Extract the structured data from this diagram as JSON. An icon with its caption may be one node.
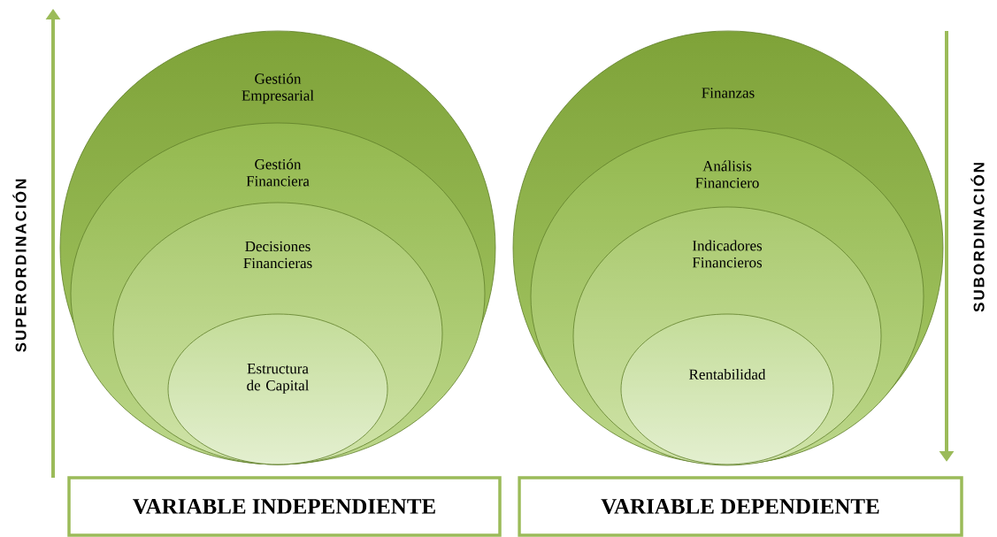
{
  "diagram": {
    "nodes": [
      {
        "text": [
          "Gestión Empresarial"
        ]
      },
      {
        "text": [
          "Gestión Financiera"
        ],
        "in": 0
      },
      {
        "text": [
          "Decisiones Financieras"
        ],
        "in": 1
      },
      {
        "text": [
          "Estructura de Capital"
        ],
        "in": 2
      },
      {
        "text": [
          "Finanzas"
        ]
      },
      {
        "text": [
          "Análisis Financiero"
        ],
        "in": 4
      },
      {
        "text": [
          "Indicadores Financieros"
        ],
        "in": 5
      },
      {
        "text": [
          "Rentabilidad"
        ],
        "in": 6
      },
      {
        "text": [
          "VARIABLE INDEPENDIENTE"
        ]
      },
      {
        "text": [
          "VARIABLE DEPENDIENTE"
        ]
      }
    ],
    "labels": [
      "SUPERORDINACIÓN",
      "SUBORDINACIÓN"
    ]
  }
}
